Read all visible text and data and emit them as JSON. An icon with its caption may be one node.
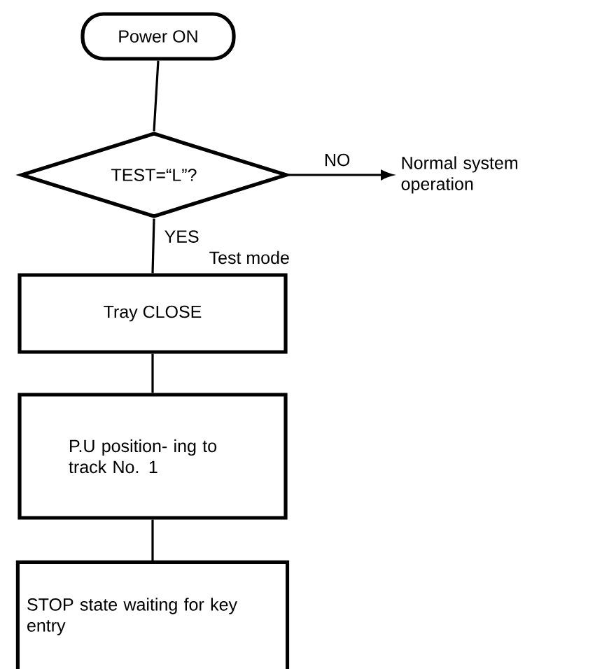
{
  "diagram": {
    "nodes": [
      {
        "text": [
          "Power ON"
        ]
      },
      {
        "text": [
          "TEST=“L”?"
        ]
      },
      {
        "text": [
          "Normal system operation"
        ]
      },
      {
        "text": [
          "Tray CLOSE"
        ]
      },
      {
        "text": [
          "P.U position- ing to track No. 1"
        ]
      },
      {
        "text": [
          "STOP state waiting for key entry"
        ]
      }
    ],
    "edges": [
      {
        "from": 0,
        "to": 1,
        "arrow": "none"
      },
      {
        "from": 1,
        "to": 2,
        "arrow": "to",
        "label": "NO"
      },
      {
        "from": 1,
        "to": 3,
        "arrow": "none",
        "label": "YES"
      },
      {
        "from": 3,
        "to": 4,
        "arrow": "none"
      },
      {
        "from": 4,
        "to": 5,
        "arrow": "none"
      }
    ],
    "labels": [
      "Test mode"
    ]
  }
}
